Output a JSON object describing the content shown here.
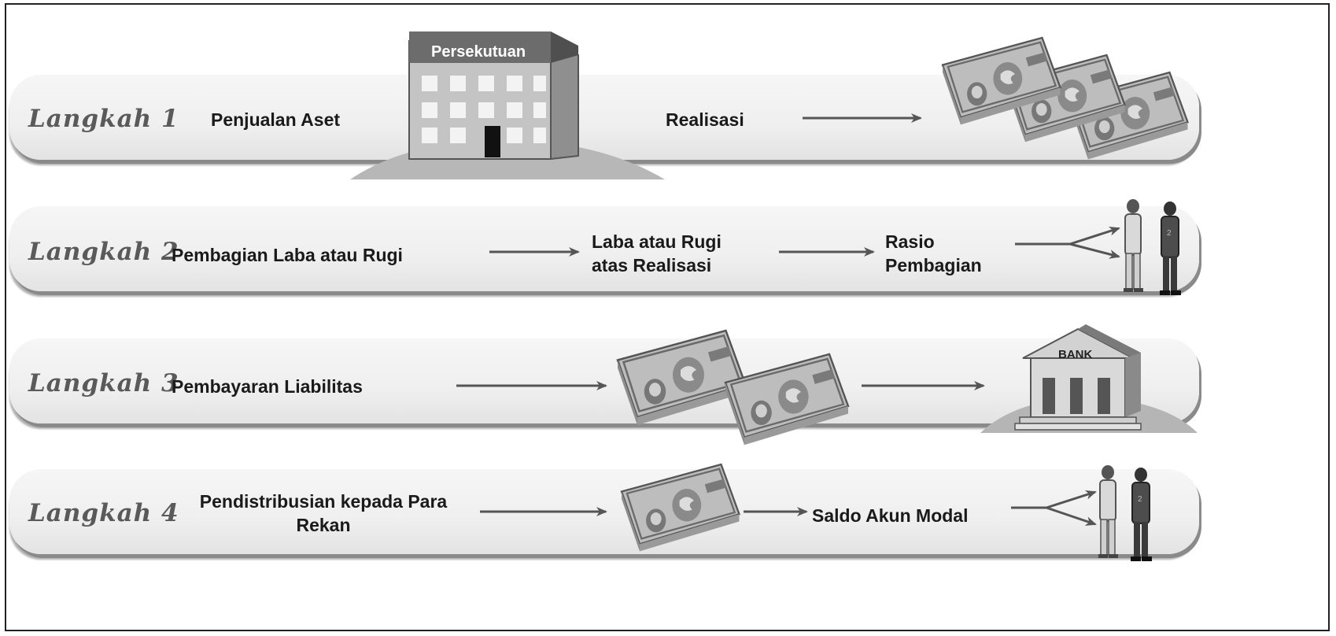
{
  "building": {
    "label": "Persekutuan"
  },
  "steps": [
    {
      "label": "Langkah 1",
      "items": [
        "Penjualan Aset",
        "Realisasi"
      ]
    },
    {
      "label": "Langkah 2",
      "items": [
        "Pembagian Laba atau Rugi",
        "Laba atau Rugi atas Realisasi",
        "Rasio Pembagian"
      ]
    },
    {
      "label": "Langkah 3",
      "items": [
        "Pembayaran Liabilitas"
      ]
    },
    {
      "label": "Langkah 4",
      "items": [
        "Pendistribusian kepada Para Rekan",
        "Saldo Akun Modal"
      ]
    }
  ],
  "bank": {
    "label": "BANK"
  },
  "icons": [
    "building-icon",
    "money-stack-icon",
    "partners-icon",
    "bank-icon",
    "arrow-icon",
    "split-arrow-icon"
  ],
  "colors": {
    "band": "#efefef",
    "band_shadow": "#8a8a8a",
    "step_text": "#5a5a5a",
    "text": "#1a1a1a"
  }
}
